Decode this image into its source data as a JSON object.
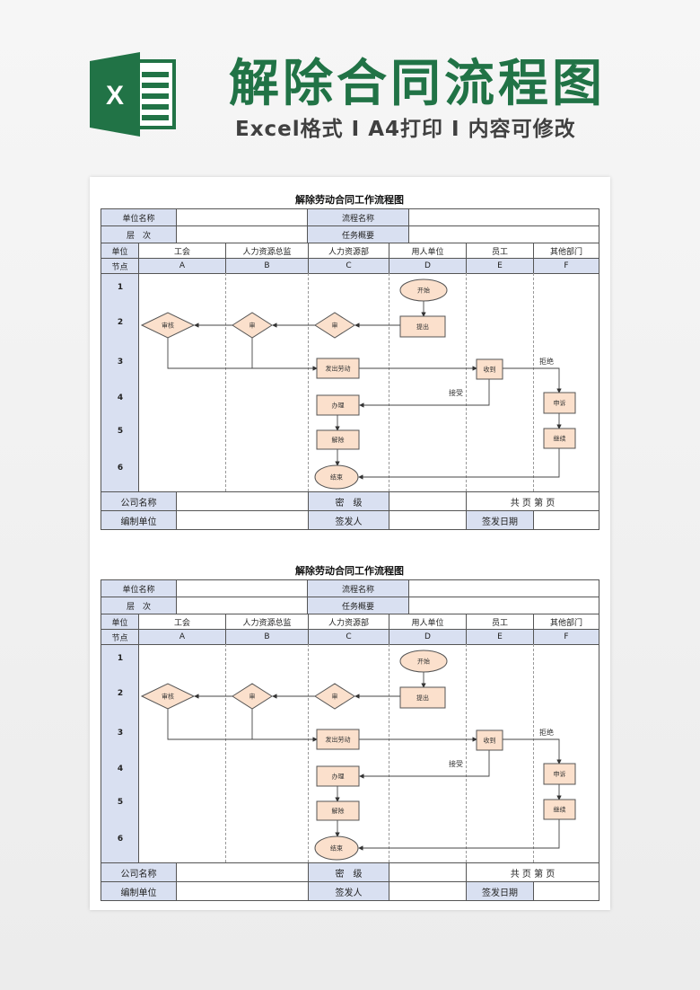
{
  "banner": {
    "title": "解除合同流程图",
    "subtitle": "Excel格式 I A4打印 I 内容可修改",
    "logo_letter": "X",
    "brand_color": "#217346"
  },
  "form": {
    "title": "解除劳动合同工作流程图",
    "unit_name_label": "单位名称",
    "level_label": "层　次",
    "process_name_label": "流程名称",
    "task_summary_label": "任务概要",
    "lane_header_label": "单位",
    "node_label": "节点",
    "lanes": [
      "工会",
      "人力资源总监",
      "人力资源部",
      "用人单位",
      "员工",
      "其他部门"
    ],
    "lane_codes": [
      "A",
      "B",
      "C",
      "D",
      "E",
      "F"
    ],
    "rows": [
      "1",
      "2",
      "3",
      "4",
      "5",
      "6"
    ],
    "footer": {
      "company_label": "公司名称",
      "secret_label": "密　级",
      "pages_label": "共 页 第 页",
      "editor_label": "编制单位",
      "signer_label": "签发人",
      "sign_date_label": "签发日期"
    },
    "nodes": {
      "start": "开始",
      "propose": "提出",
      "review_c": "审",
      "review_b": "审",
      "review_a": "审核",
      "issue": "发出劳动",
      "receive": "收到",
      "appeal": "申诉",
      "continue": "继续",
      "handle": "办理",
      "terminate": "解除",
      "end": "结束"
    },
    "edges": {
      "reject": "拒绝",
      "accept": "接受"
    },
    "colors": {
      "label_fill": "#d9e0f1",
      "shape_fill": "#fbe0cc"
    }
  }
}
